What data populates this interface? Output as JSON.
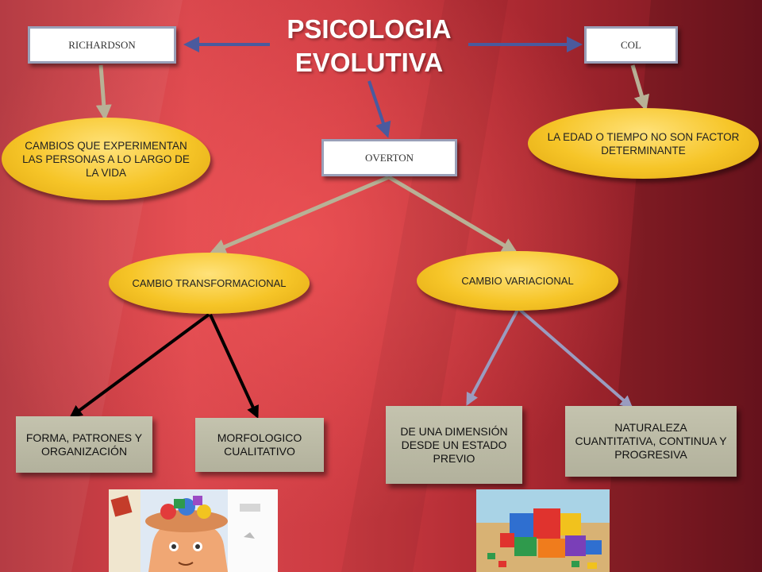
{
  "title": "PSICOLOGIA\nEVOLUTIVA",
  "authors": {
    "richardson": "RICHARDSON",
    "col": "COL",
    "overton": "OVERTON"
  },
  "definitions": {
    "richardson": "CAMBIOS QUE EXPERIMENTAN LAS PERSONAS A  LO LARGO DE LA VIDA",
    "col": "LA EDAD O TIEMPO NO SON FACTOR DETERMINANTE"
  },
  "change_types": {
    "transformational": "CAMBIO TRANSFORMACIONAL",
    "variational": "CAMBIO VARIACIONAL"
  },
  "characteristics": {
    "form": "FORMA, PATRONES Y ORGANIZACIÓN",
    "morphological": "MORFOLOGICO CUALITATIVO",
    "dimension": "DE UNA DIMENSIÓN DESDE UN ESTADO PREVIO",
    "nature": "NATURALEZA CUANTITATIVA, CONTINUA Y PROGRESIVA"
  },
  "colors": {
    "node_fill": "#f6c528",
    "box_fill": "#ffffff",
    "grey_fill": "#c4c3ae",
    "arrow_blue": "#4a5a9e",
    "arrow_tan": "#b8b196",
    "arrow_black": "#000000",
    "arrow_lavender": "#9a9cc0"
  },
  "images": [
    {
      "name": "head-illustration",
      "description_icon": "open-head-with-toys-icon"
    },
    {
      "name": "blocks-illustration",
      "description_icon": "colored-blocks-icon"
    }
  ]
}
